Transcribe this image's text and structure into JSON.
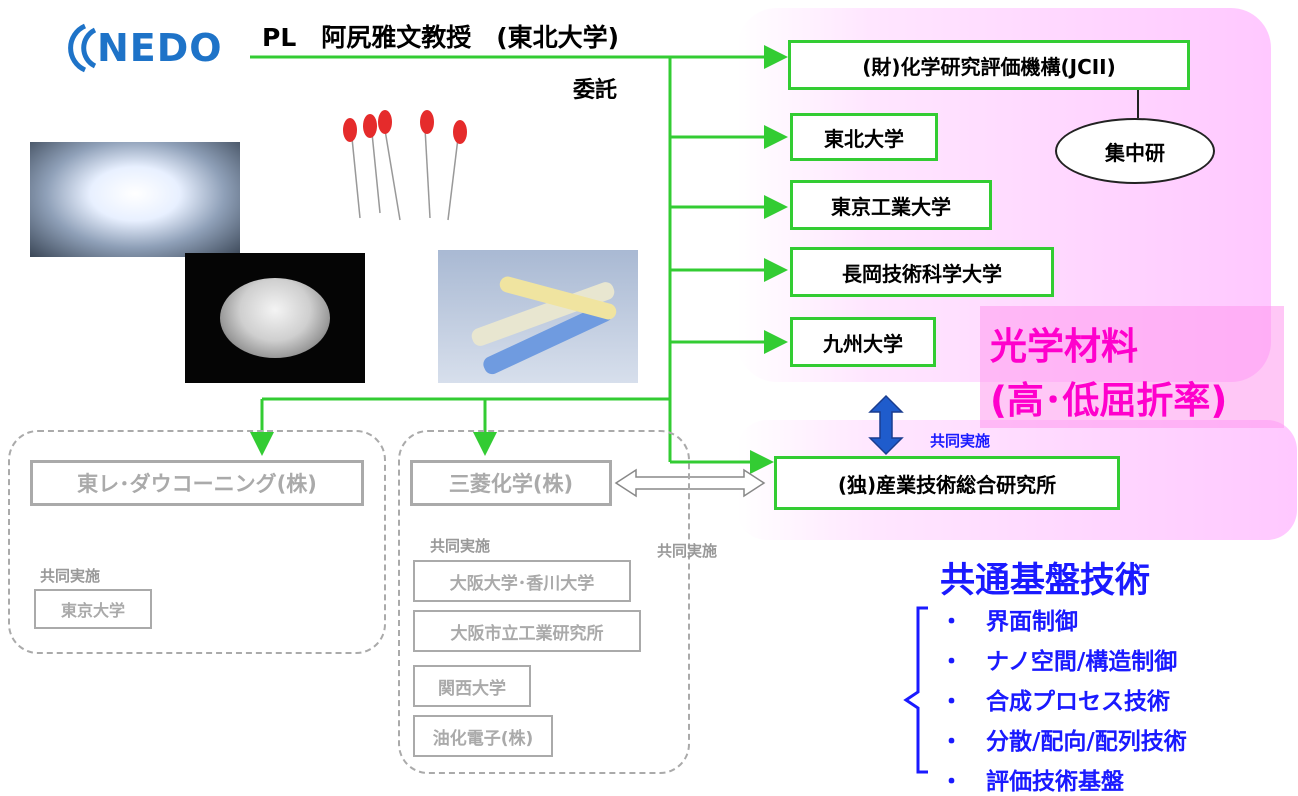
{
  "logo": {
    "text": "NEDO"
  },
  "header": {
    "pl": "PL　阿尻雅文教授　(東北大学)",
    "itaku": "委託"
  },
  "orgs": {
    "jcii": "(財)化学研究評価機構(JCII)",
    "shuchuken": "集中研",
    "tohoku": "東北大学",
    "tokyo_tech": "東京工業大学",
    "nagaoka": "長岡技術科学大学",
    "kyushu": "九州大学",
    "aist": "(独)産業技術総合研究所"
  },
  "material": {
    "line1": "光学材料",
    "line2": "(高･低屈折率)"
  },
  "joint_blue": "共同実施",
  "companies": {
    "toray": "東レ･ダウコーニング(株)",
    "toray_joint": "共同実施",
    "toray_partner": "東京大学",
    "mitsubishi": "三菱化学(株)",
    "mitsubishi_joint": "共同実施",
    "partners": [
      "大阪大学･香川大学",
      "大阪市立工業研究所",
      "関西大学",
      "油化電子(株)"
    ],
    "between_joint": "共同実施"
  },
  "common_tech": {
    "title": "共通基盤技術",
    "items": [
      "・　界面制御",
      "・　ナノ空間/構造制御",
      "・　合成プロセス技術",
      "・　分散/配向/配列技術",
      "・　評価技術基盤"
    ]
  },
  "colors": {
    "green": "#33cc33",
    "blue_text": "#1a1aff",
    "magenta": "#ff00cc",
    "gray": "#aaaaaa"
  }
}
